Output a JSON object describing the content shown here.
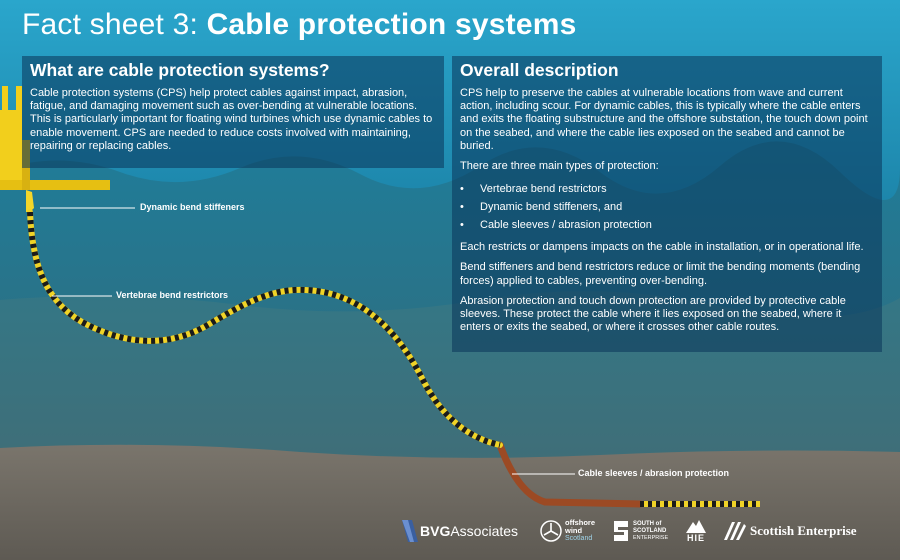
{
  "title": {
    "prefix": "Fact sheet 3: ",
    "main": "Cable protection systems"
  },
  "left_panel": {
    "heading": "What are cable protection systems?",
    "body": "Cable protection systems (CPS) help protect cables against impact, abrasion, fatigue, and damaging movement such as over-bending at vulnerable locations. This is particularly important for floating wind turbines which use dynamic cables to enable movement. CPS are needed to reduce costs involved with maintaining, repairing or replacing cables."
  },
  "right_panel": {
    "heading": "Overall description",
    "intro": "CPS help to preserve the cables at vulnerable locations from wave and current action, including scour. For dynamic cables, this is typically where the cable enters and exits the floating substructure and the offshore substation, the touch down point on the seabed, and where the cable lies exposed on the seabed and cannot be buried.",
    "types_intro": "There are three main types of protection:",
    "bullets": [
      "Vertebrae bend restrictors",
      "Dynamic bend stiffeners, and",
      "Cable sleeves / abrasion protection"
    ],
    "para2": "Each restricts or dampens impacts on the cable in installation, or in operational life.",
    "para3": "Bend stiffeners and bend restrictors reduce or limit the bending moments (bending forces) applied to cables, preventing over-bending.",
    "para4": "Abrasion protection and touch down protection are provided by protective cable sleeves. These protect the cable where it lies exposed on the seabed, where it enters or exits the seabed, or where it crosses other cable routes."
  },
  "callouts": {
    "dynamic": "Dynamic bend stiffeners",
    "vertebrae": "Vertebrae bend restrictors",
    "sleeves": "Cable sleeves / abrasion protection"
  },
  "logos": {
    "bvg_strong": "BVG",
    "bvg_rest": "Associates",
    "osw_line1": "offshore",
    "osw_line2": "wind",
    "osw_line3": "Scotland",
    "sos_line1": "SOUTH of",
    "sos_line2": "SCOTLAND",
    "sos_line3": "ENTERPRISE",
    "hie": "HIE",
    "se_a": "Scottish",
    "se_b": "Enterprise"
  },
  "colors": {
    "sky": "#1f93b7",
    "sea_mid": "#2d7a8c",
    "sea_deep": "#3b6f7d",
    "seabed": "#6b6760",
    "cable_yellow": "#f0d327",
    "cable_black": "#1b1b1b",
    "sleeve": "#9c4a24",
    "platform": "#f2cf1c"
  }
}
